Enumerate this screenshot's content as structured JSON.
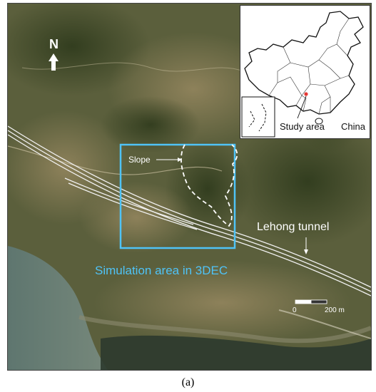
{
  "map": {
    "north_label": "N",
    "slope_label": "Slope",
    "tunnel_label": "Lehong tunnel",
    "simulation_label": "Simulation area in 3DEC",
    "scale_zero": "0",
    "scale_max": "200 m",
    "colors": {
      "simulation_box": "#4fc3f7",
      "tunnel_lines": "#f2f2f2",
      "slope_outline": "#ffffff",
      "study_area_marker": "#e53935"
    }
  },
  "inset": {
    "study_area_label": "Study area",
    "country_label": "China"
  },
  "caption": "(a)"
}
